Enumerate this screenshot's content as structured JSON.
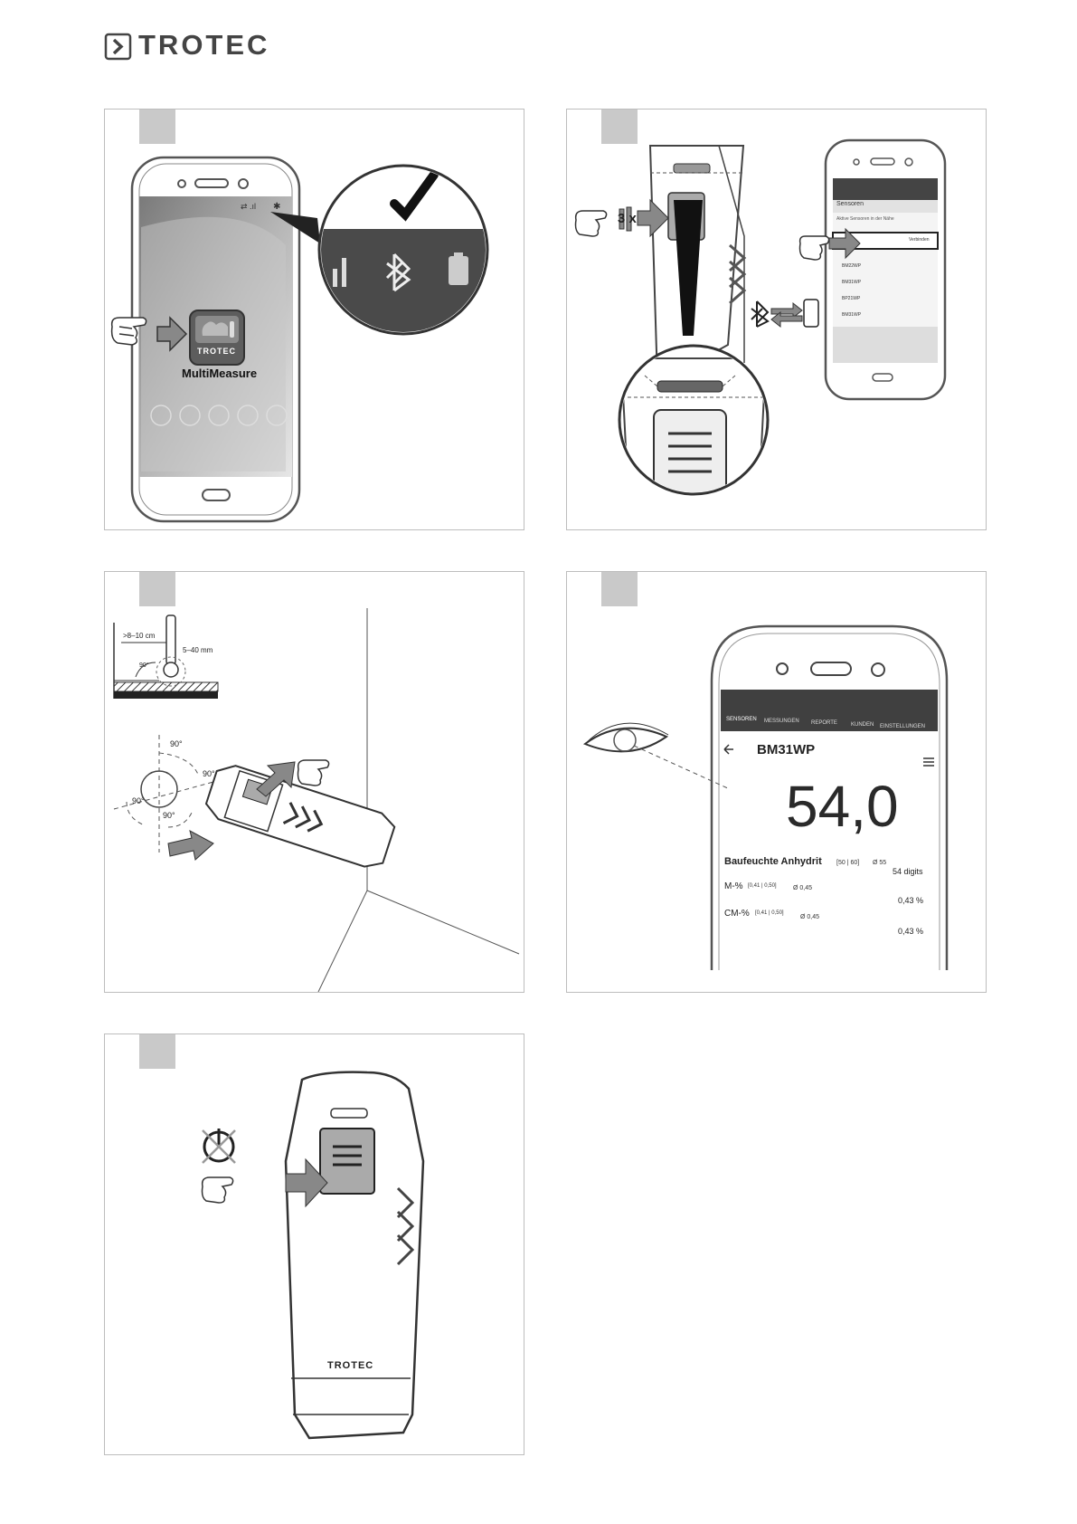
{
  "brand": {
    "name": "TROTEC"
  },
  "panel1": {
    "app_name": "MultiMeasure",
    "app_badge": "TROTEC"
  },
  "panel2": {
    "press_count": "3 x",
    "screen_title": "Sensoren",
    "screen_hint": "Aktive Sensoren in der Nähe",
    "connect_label": "Verbinden",
    "device_list": [
      "BM22WP",
      "BM31WP",
      "BP21WP",
      "BM31WP"
    ]
  },
  "panel3": {
    "distance_wall": ">8–10 cm",
    "distance_depth": "5–40 mm",
    "angle": "90°"
  },
  "panel4": {
    "tabs": [
      "SENSOREN",
      "MESSUNGEN",
      "REPORTE",
      "KUNDEN",
      "EINSTELLUNGEN"
    ],
    "device_name": "BM31WP",
    "reading": "54,0",
    "rows": [
      {
        "label": "Baufeuchte Anhydrit",
        "range": "[50 | 60]",
        "avg": "Ø 55",
        "value": "54 digits"
      },
      {
        "label": "M-%",
        "range": "[0,41 | 0,50]",
        "avg": "Ø 0,45",
        "value": "0,43 %"
      },
      {
        "label": "CM-%",
        "range": "[0,41 | 0,50]",
        "avg": "Ø 0,45",
        "value": "0,43 %"
      }
    ]
  },
  "panel5": {
    "device_brand": "TROTEC"
  },
  "colors": {
    "accent_gray": "#8a8a8a",
    "step_box": "#c9c9c9",
    "app_bar": "#404040"
  }
}
